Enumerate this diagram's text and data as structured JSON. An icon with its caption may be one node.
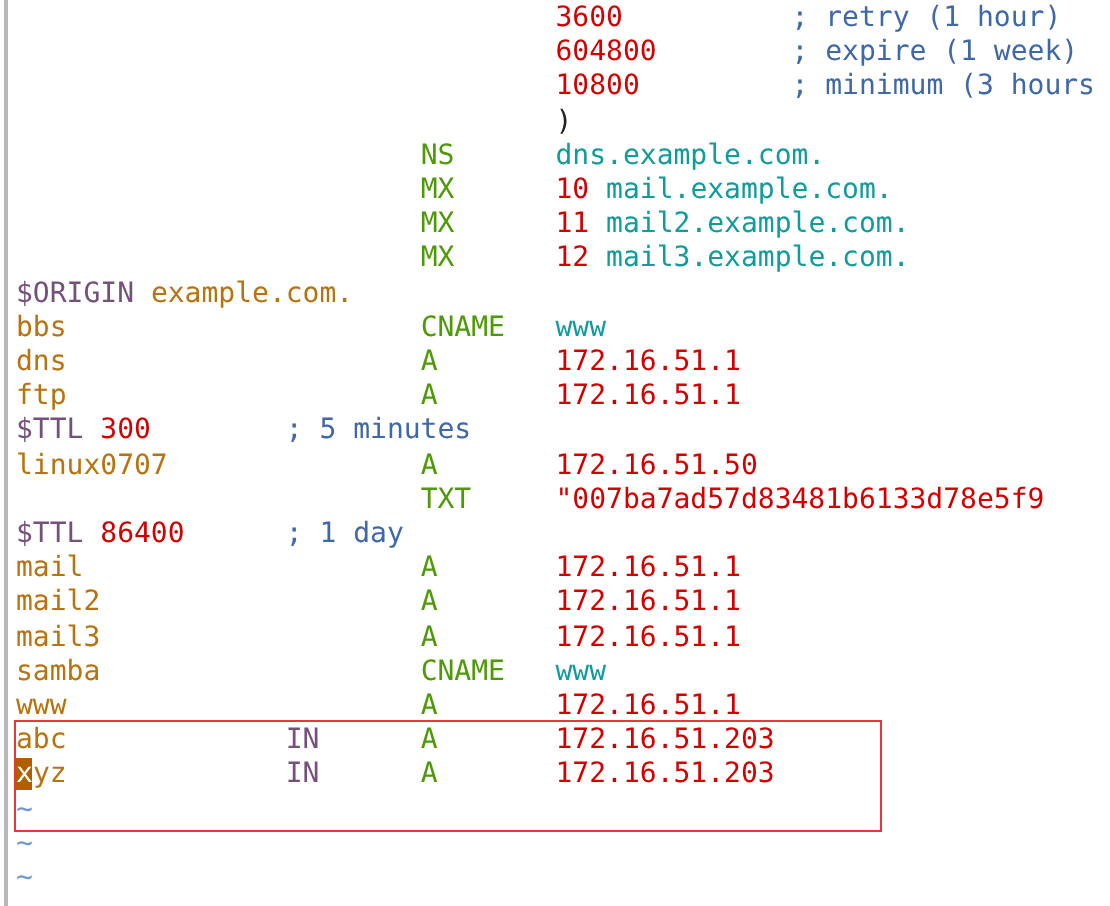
{
  "diagram": {
    "nodes": [
      {
        "text": [
          "abc",
          "IN",
          "A",
          "172.16.51.203",
          "xyz",
          "IN",
          "A",
          "172.16.51.203",
          "~"
        ]
      }
    ],
    "labels": [
      "3600",
      "; retry (1 hour)",
      "604800",
      "; expire (1 week)",
      "10800",
      "; minimum (3 hours",
      ")",
      "NS",
      "dns.example.com.",
      "MX",
      "10",
      "mail.example.com.",
      "MX",
      "11",
      "mail2.example.com.",
      "MX",
      "12",
      "mail3.example.com.",
      "$ORIGIN",
      "example.com.",
      "bbs",
      "CNAME",
      "www",
      "dns",
      "A",
      "172.16.51.1",
      "ftp",
      "A",
      "172.16.51.1",
      "$TTL",
      "300",
      "; 5 minutes",
      "linux0707",
      "A",
      "172.16.51.50",
      "TXT",
      "\"007ba7ad57d83481b6133d78e5f9",
      "$TTL",
      "86400",
      "; 1 day",
      "mail",
      "A",
      "172.16.51.1",
      "mail2",
      "A",
      "172.16.51.1",
      "mail3",
      "A",
      "172.16.51.1",
      "samba",
      "CNAME",
      "www",
      "www",
      "A",
      "172.16.51.1",
      "~",
      "~"
    ]
  }
}
